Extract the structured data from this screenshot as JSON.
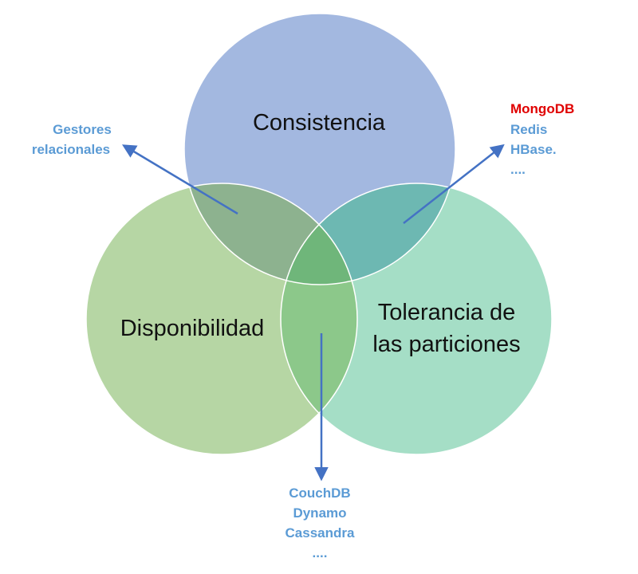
{
  "circles": {
    "consistency": {
      "label": "Consistencia",
      "color": "#A3B8E0"
    },
    "availability": {
      "label": "Disponibilidad",
      "color": "#B6D6A4"
    },
    "partition_tolerance": {
      "line1": "Tolerancia de",
      "line2": "las particiones",
      "color": "#A5DEC6"
    }
  },
  "intersections": {
    "ca_color": "#8DB28F",
    "cp_color": "#6DB8B2",
    "ap_color": "#8CC88A",
    "center_color": "#6FB67A"
  },
  "annotations": {
    "ca": {
      "line1": "Gestores",
      "line2": "relacionales",
      "color": "#5B9BD5"
    },
    "cp": {
      "item1": "MongoDB",
      "item1_color": "#E00000",
      "item2": "Redis",
      "item3": "HBase.",
      "item4": "....",
      "color": "#5B9BD5"
    },
    "ap": {
      "item1": "CouchDB",
      "item2": "Dynamo",
      "item3": "Cassandra",
      "item4": "....",
      "color": "#5B9BD5"
    }
  },
  "arrow_color": "#4472C4"
}
